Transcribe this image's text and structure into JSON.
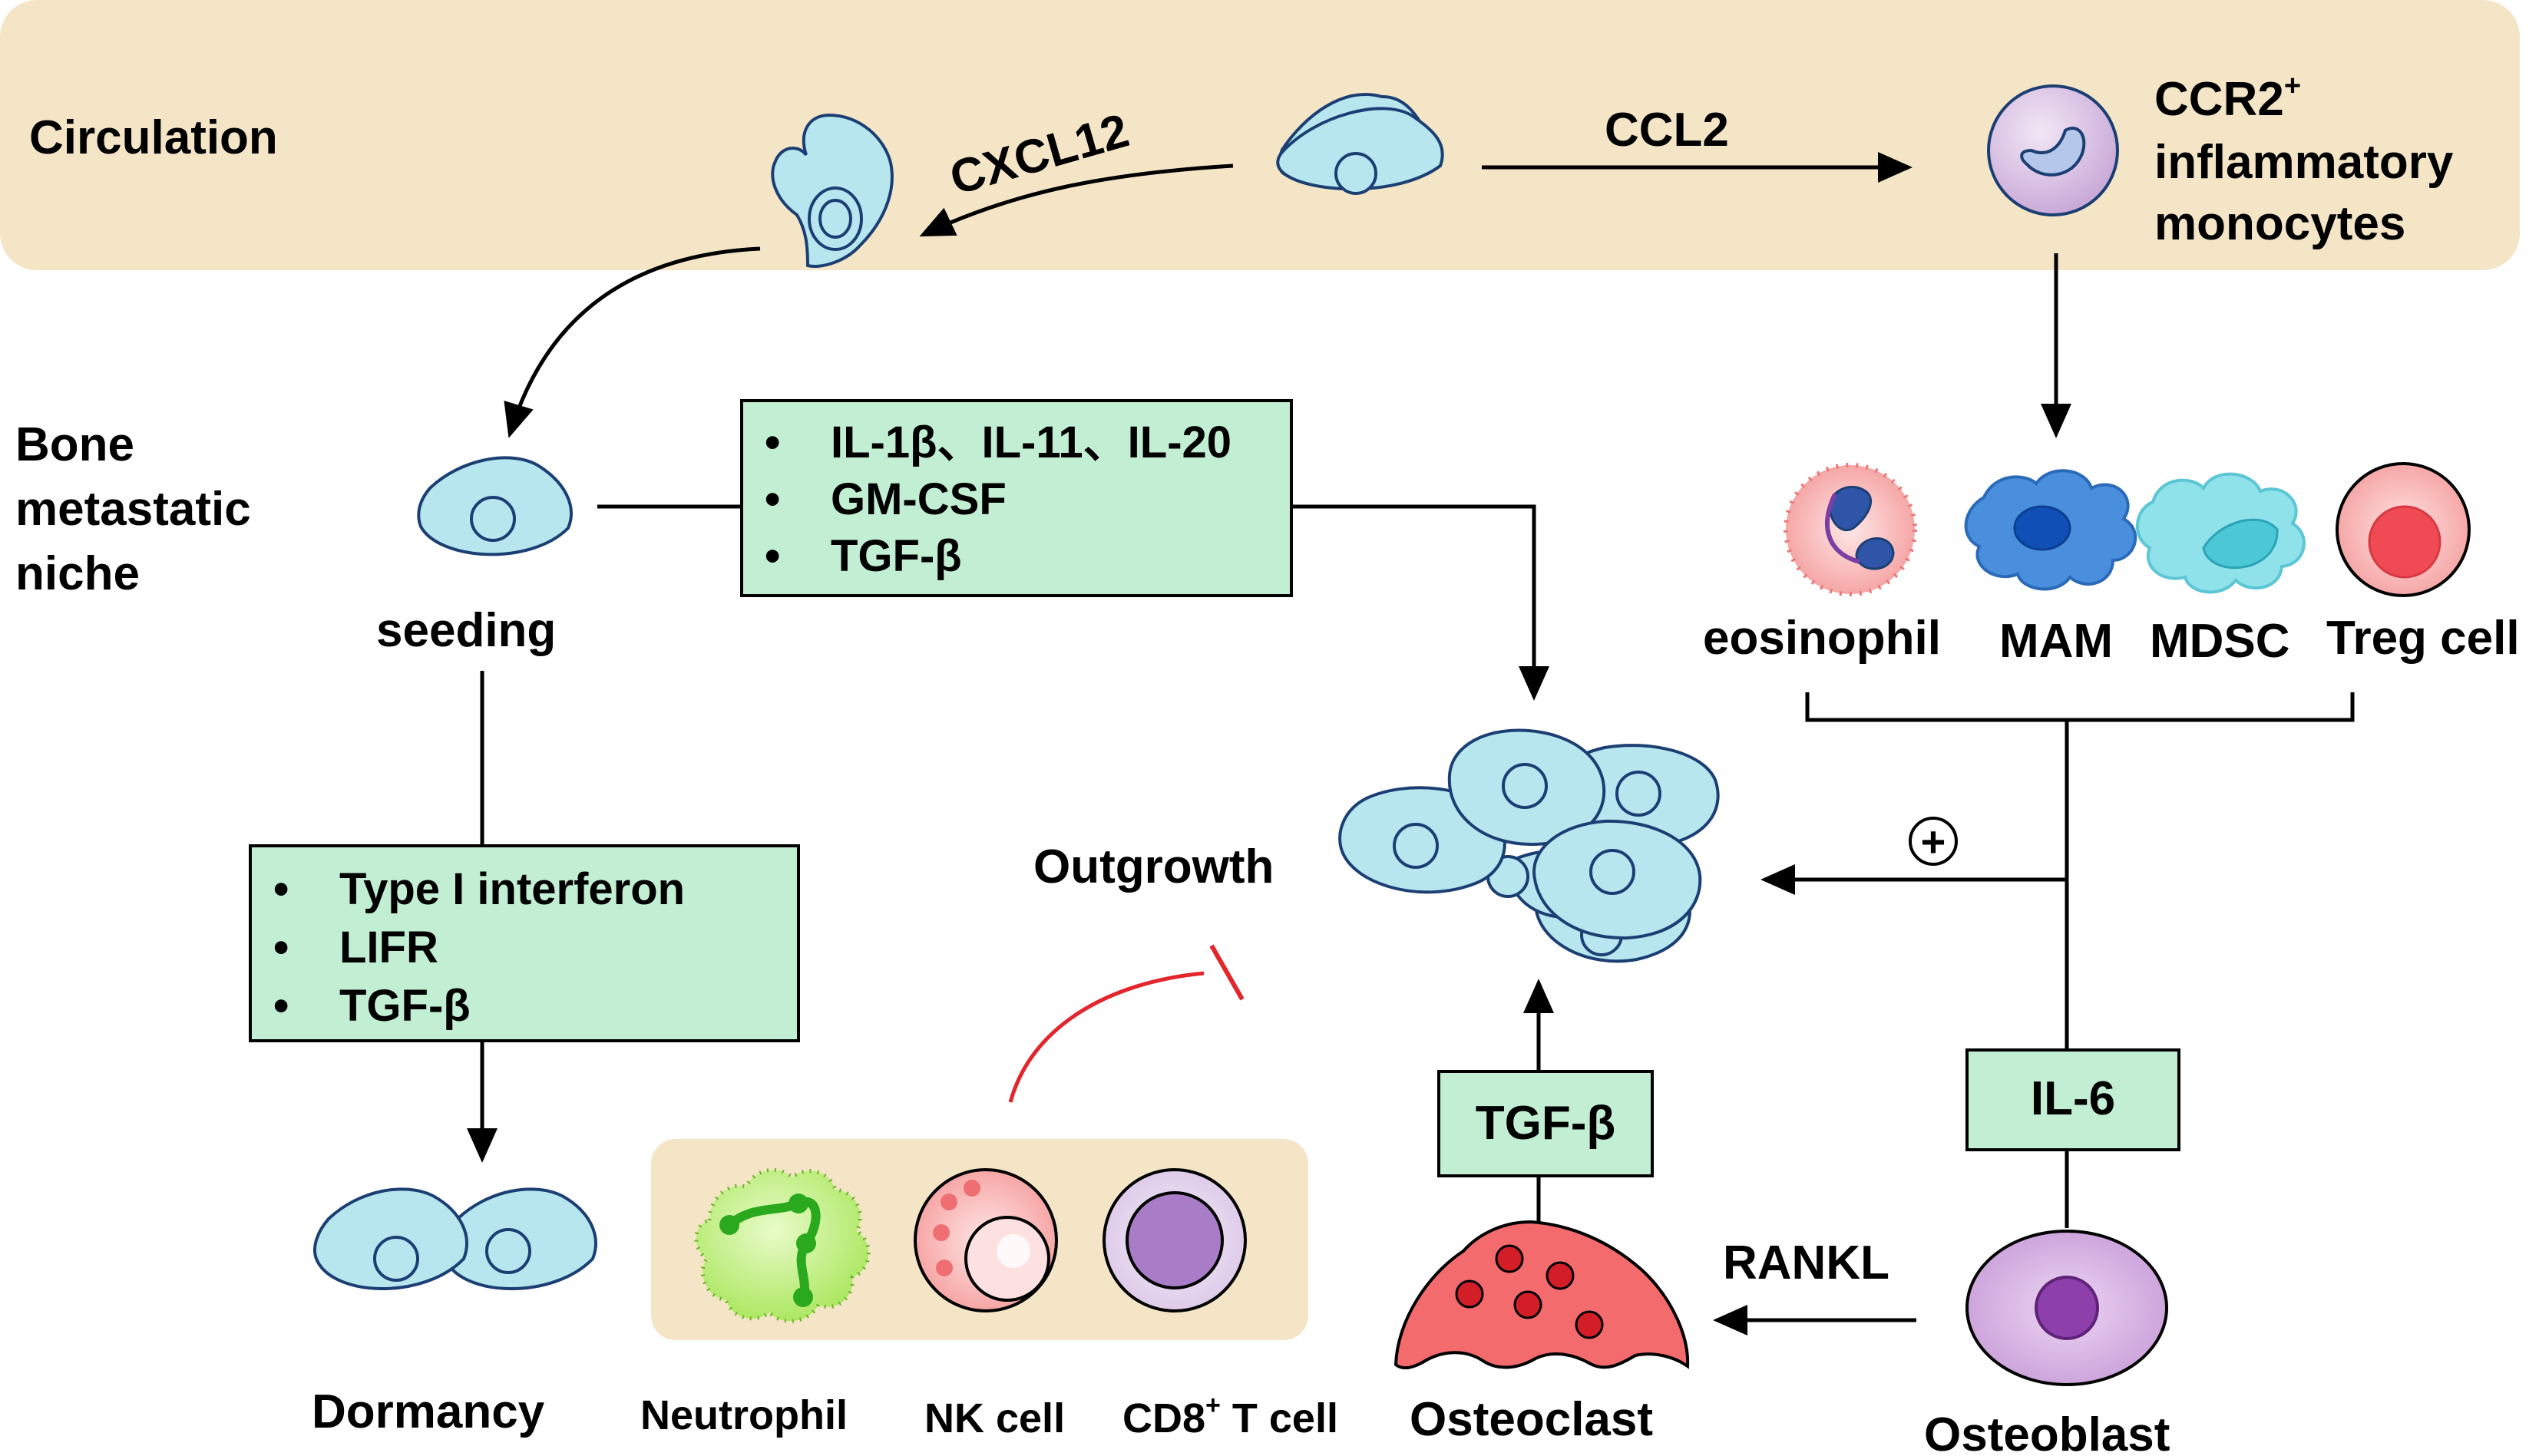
{
  "labels": {
    "circulation": "Circulation",
    "cxcl12": "CXCL12",
    "ccl2": "CCL2",
    "ccr2_line1_base": "CCR2",
    "ccr2_line1_sup": "+",
    "ccr2_line2": "inflammatory",
    "ccr2_line3": "monocytes",
    "niche_line1": "Bone",
    "niche_line2": "metastatic",
    "niche_line3": "niche",
    "seeding": "seeding",
    "outgrowth": "Outgrowth",
    "dormancy": "Dormancy",
    "neutrophil": "Neutrophil",
    "nk_cell": "NK cell",
    "cd8_base": "CD8",
    "cd8_sup": "+",
    "cd8_tail": " T cell",
    "osteoclast": "Osteoclast",
    "osteoblast": "Osteoblast",
    "rankl": "RANKL",
    "plus_symbol": "+",
    "eosinophil": "eosinophil",
    "mam": "MAM",
    "mdsc": "MDSC",
    "treg": "Treg cell"
  },
  "boxes": {
    "seeding_factors": {
      "bullet": "•",
      "items": [
        "IL-1β、IL-11、IL-20",
        "GM-CSF",
        "TGF-β"
      ]
    },
    "dormancy_factors": {
      "bullet": "•",
      "items": [
        "Type I interferon",
        "LIFR",
        "TGF-β"
      ]
    },
    "tgf_beta": "TGF-β",
    "il6": "IL-6"
  },
  "colors": {
    "circulation_band": "#f4e5c7",
    "factor_box": "#c2efd3",
    "tumor_cell": "#b7e6ef",
    "inhibition": "#e3252c"
  }
}
